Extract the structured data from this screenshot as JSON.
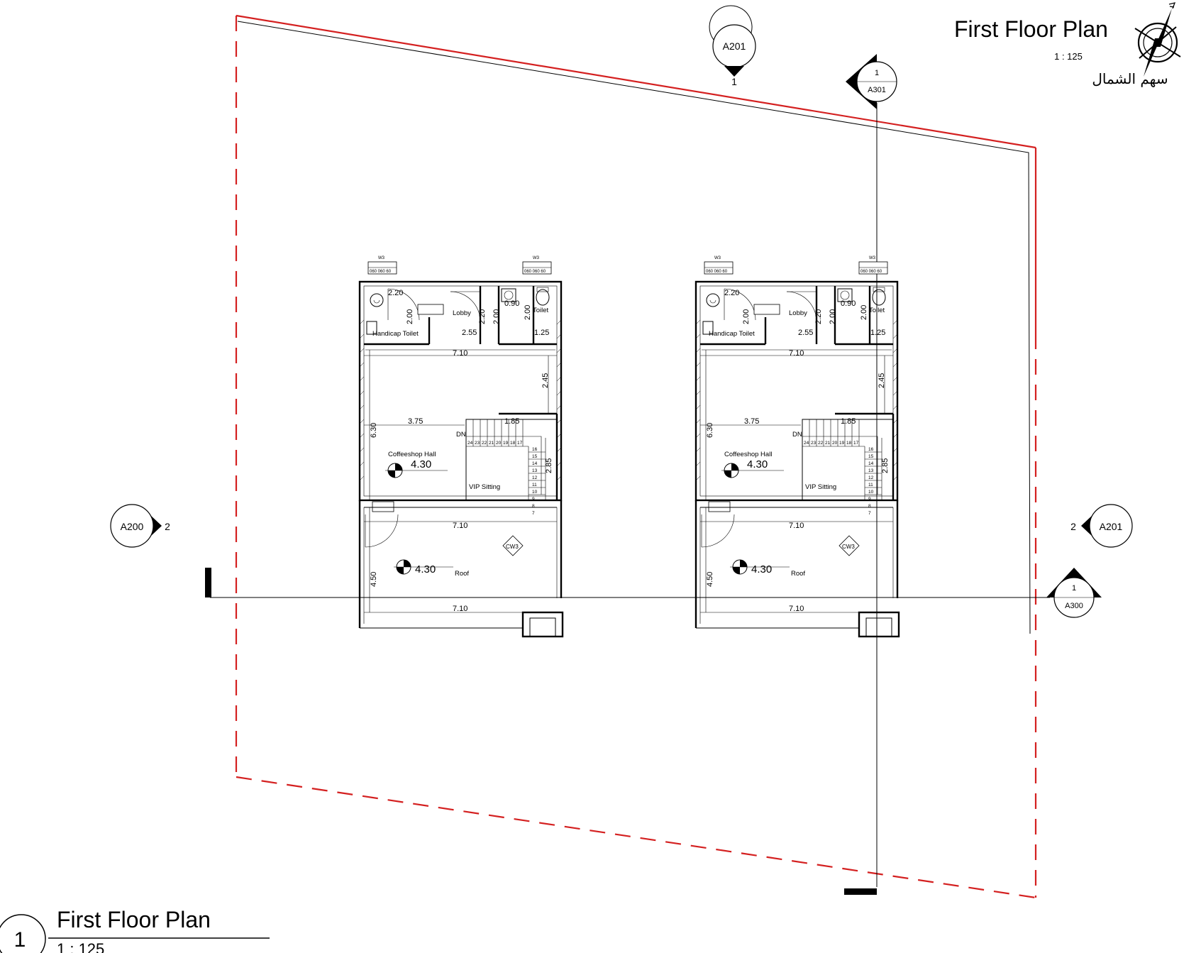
{
  "sheet": {
    "title": "First Floor Plan",
    "scale": "1 : 125",
    "view_number": "1"
  },
  "header": {
    "title": "First Floor Plan",
    "scale": "1 : 125",
    "north_label": "سهم الشمال"
  },
  "markers": {
    "elev_top": {
      "sheet": "A201",
      "num": "1"
    },
    "elev_left": {
      "sheet": "A200",
      "num": "2"
    },
    "elev_right": {
      "sheet": "A201",
      "num": "2"
    },
    "section_top": {
      "sheet": "A301",
      "num": "1"
    },
    "section_right": {
      "sheet": "A300",
      "num": "1"
    }
  },
  "unit": {
    "rooms": {
      "lobby": "Lobby",
      "toilet": "Toilet",
      "handicap_toilet": "Handicap Toilet",
      "coffeeshop_hall": "Coffeeshop Hall",
      "vip_sitting": "VIP Sitting",
      "roof": "Roof"
    },
    "levels": {
      "hall": "4.30",
      "roof": "4.30"
    },
    "dims": {
      "d_220_top": "2.20",
      "d_200_a": "2.00",
      "d_220_b": "2.20",
      "d_200_c": "2.00",
      "d_090": "0.90",
      "d_200_d": "2.00",
      "d_125": "1.25",
      "d_255": "2.55",
      "d_710_a": "7.10",
      "d_245": "2.45",
      "d_375": "3.75",
      "d_185": "1.85",
      "d_630": "6.30",
      "d_710_b": "7.10",
      "d_450": "4.50",
      "d_710_c": "7.10",
      "d_285": "2.85"
    },
    "window_tag": "W3",
    "window_dims": "060 060 60",
    "cw_tag": "CW3",
    "dn": "DN",
    "stair_steps_top": [
      "24",
      "23",
      "22",
      "21",
      "20",
      "19",
      "18",
      "17"
    ],
    "stair_steps_side": [
      "16",
      "15",
      "14",
      "13",
      "12",
      "11",
      "10",
      "9",
      "8",
      "7"
    ]
  },
  "colors": {
    "site_boundary": "#d42020",
    "lines": "#000000"
  }
}
